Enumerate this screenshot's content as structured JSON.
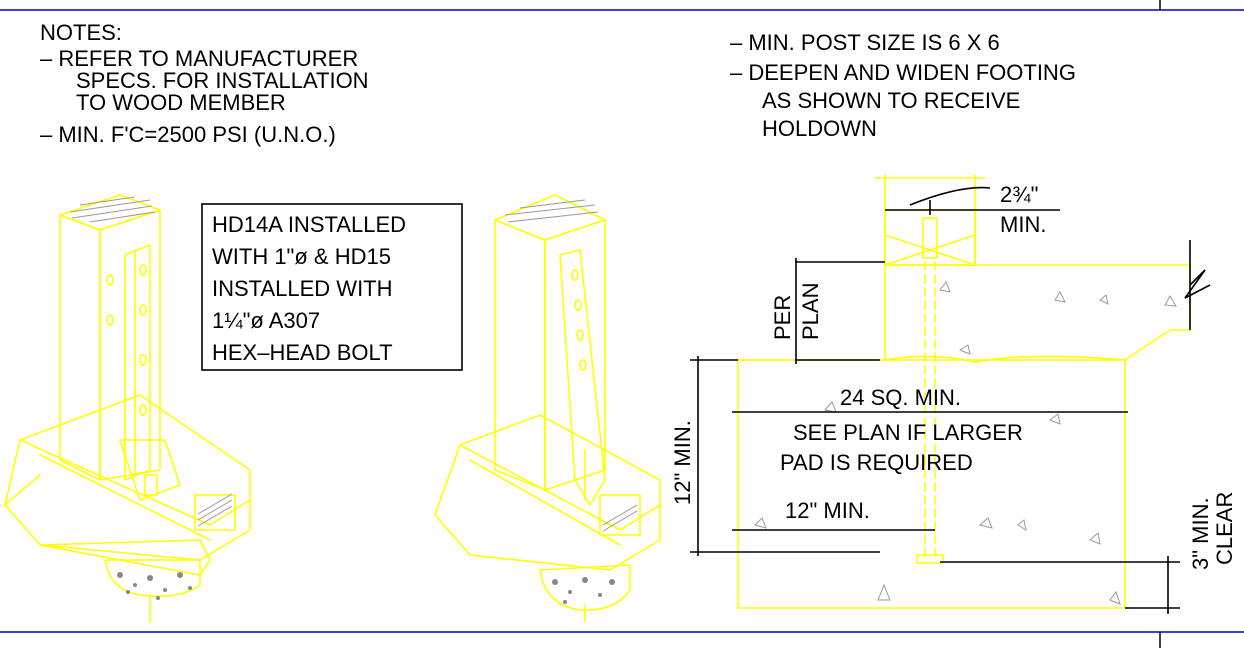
{
  "notes": {
    "title": "NOTES:",
    "left": [
      "– REFER TO MANUFACTURER",
      "SPECS. FOR INSTALLATION",
      "TO WOOD MEMBER",
      "– MIN. F'C=2500 PSI (U.N.O.)"
    ],
    "right": [
      "– MIN. POST SIZE IS 6 X 6",
      "– DEEPEN AND WIDEN FOOTING",
      "AS SHOWN TO RECEIVE",
      "HOLDOWN"
    ]
  },
  "callout_box": [
    "HD14A INSTALLED",
    "WITH 1\"ø & HD15",
    "INSTALLED WITH",
    "1¼\"ø A307",
    "HEX–HEAD BOLT"
  ],
  "section": {
    "edge_dim_top": "2¾\"",
    "edge_dim_bottom": "MIN.",
    "per_plan_1": "PER",
    "per_plan_2": "PLAN",
    "square": "24 SQ. MIN.",
    "see_plan_1": "SEE PLAN IF LARGER",
    "see_plan_2": "PAD IS REQUIRED",
    "embed": "12\" MIN.",
    "depth": "12\" MIN.",
    "clear_1": "3\" MIN.",
    "clear_2": "CLEAR"
  },
  "colors": {
    "border": "#0000cc",
    "linework": "#ffff00",
    "text": "#000000"
  }
}
